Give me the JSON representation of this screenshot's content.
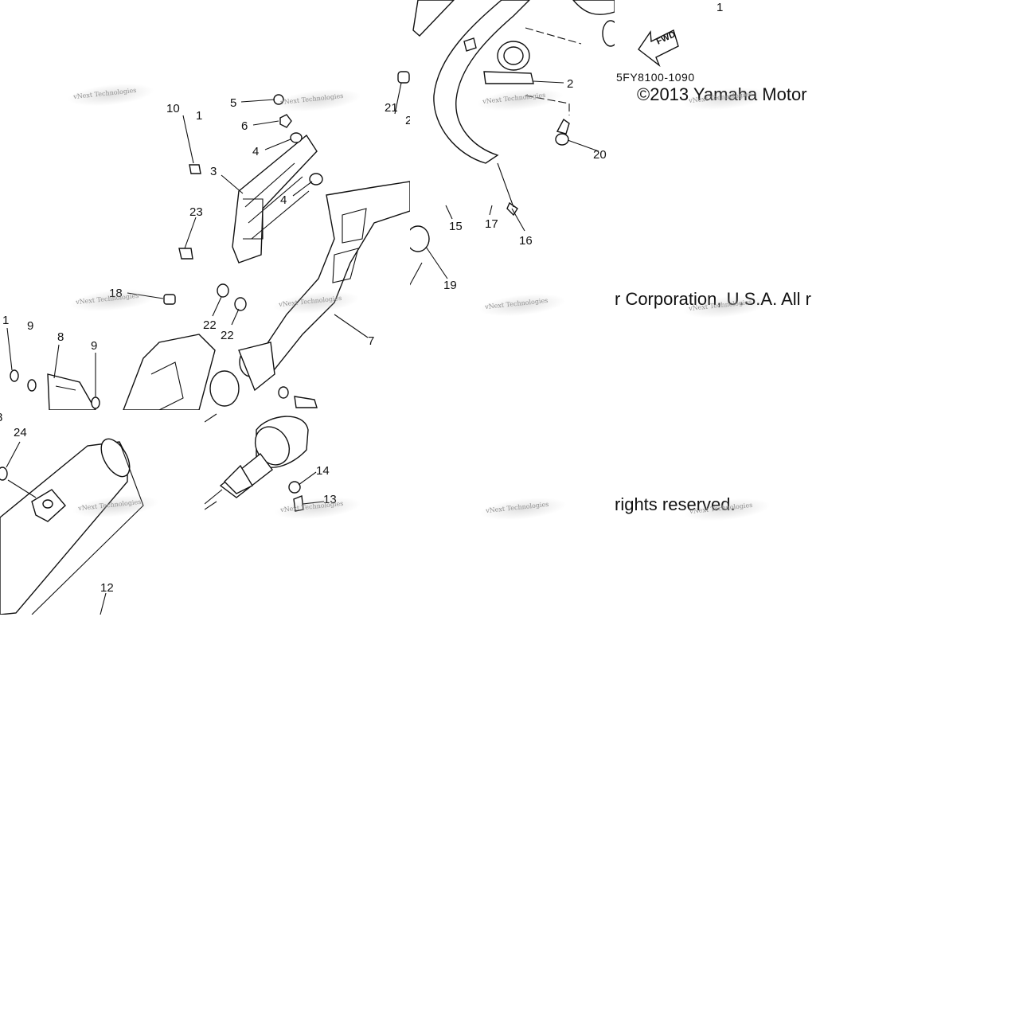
{
  "diagram": {
    "part_code": "5FY8100-1090",
    "forward_label": "FWD",
    "copyright_parts": [
      "©2013 Yamaha Motor",
      "r Corporation, U.S.A. All r",
      "rights reserved."
    ],
    "watermark": "vNext Technologies",
    "callouts": [
      "1",
      "2",
      "3",
      "4",
      "5",
      "6",
      "7",
      "8",
      "9",
      "10",
      "12",
      "13",
      "14",
      "15",
      "16",
      "17",
      "18",
      "19",
      "20",
      "21",
      "22",
      "23",
      "24"
    ]
  }
}
